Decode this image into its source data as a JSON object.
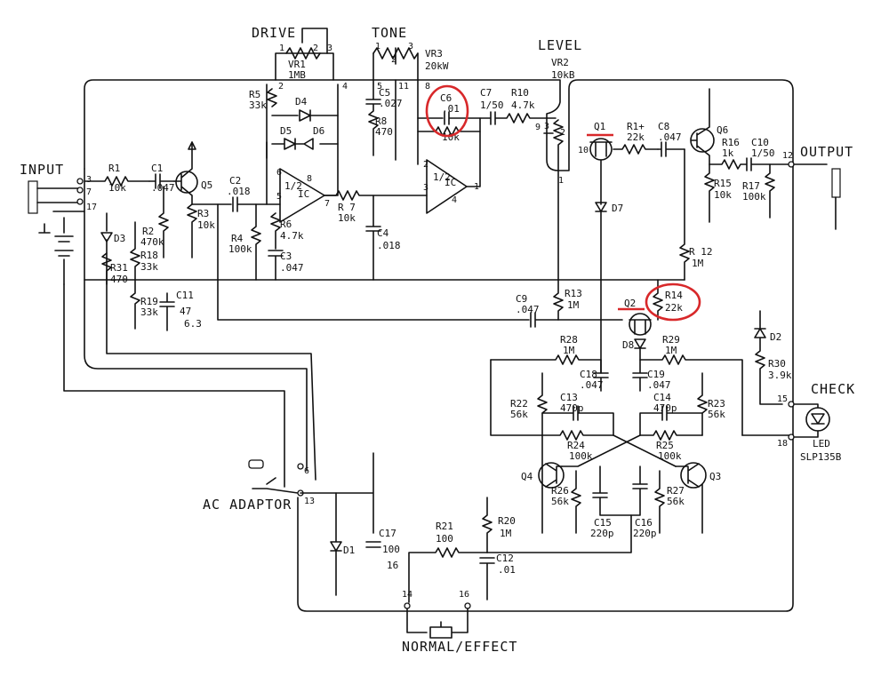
{
  "labels": {
    "drive": "DRIVE",
    "tone": "TONE",
    "level": "LEVEL",
    "input": "INPUT",
    "output": "OUTPUT",
    "check": "CHECK",
    "ac_adaptor": "AC ADAPTOR",
    "normal_effect": "NORMAL/EFFECT",
    "led": "LED",
    "led_part": "SLP135B"
  },
  "controls": {
    "vr1": "VR1",
    "vr1_val": "1MB",
    "vr2": "VR2",
    "vr2_val": "10kB",
    "vr3": "VR3",
    "vr3_val": "20kW"
  },
  "ic": {
    "half_a": "1/2",
    "ic_a": "IC",
    "half_b": "1/2",
    "ic_b": "IC"
  },
  "transistors": {
    "q1": "Q1",
    "q2": "Q2",
    "q3": "Q3",
    "q4": "Q4",
    "q5": "Q5",
    "q6": "Q6"
  },
  "diodes": {
    "d1": "D1",
    "d2": "D2",
    "d3": "D3",
    "d4": "D4",
    "d5": "D5",
    "d6": "D6",
    "d7": "D7",
    "d8": "D8"
  },
  "resistors": {
    "r1": "R1",
    "r1v": "10k",
    "r2": "R2",
    "r2v": "470k",
    "r3": "R3",
    "r3v": "10k",
    "r4": "R4",
    "r4v": "100k",
    "r5": "R5",
    "r5v": "33k",
    "r6": "R6",
    "r6v": "4.7k",
    "r7": "R 7",
    "r7v": "10k",
    "r8": "R8",
    "r8v": "470",
    "r9v": "10k",
    "r10": "R10",
    "r10v": "4.7k",
    "r12": "R 12",
    "r12v": "1M",
    "r13": "R13",
    "r13v": "1M",
    "r14": "R14",
    "r14v": "22k",
    "r14b": "R1+",
    "r14bv": "22k",
    "r15": "R15",
    "r15v": "10k",
    "r16": "R16",
    "r16v": "1k",
    "r17": "R17",
    "r17v": "100k",
    "r18": "R18",
    "r18v": "33k",
    "r19": "R19",
    "r19v": "33k",
    "r20": "R20",
    "r20v": "1M",
    "r21": "R21",
    "r21v": "100",
    "r22": "R22",
    "r22v": "56k",
    "r23": "R23",
    "r23v": "56k",
    "r24": "R24",
    "r24v": "100k",
    "r25": "R25",
    "r25v": "100k",
    "r26": "R26",
    "r26v": "56k",
    "r27": "R27",
    "r27v": "56k",
    "r28": "R28",
    "r28v": "1M",
    "r29": "R29",
    "r29v": "1M",
    "r30": "R30",
    "r30v": "3.9k",
    "r31": "R31",
    "r31v": "470"
  },
  "capacitors": {
    "c1": "C1",
    "c1v": ".047",
    "c2": "C2",
    "c2v": ".018",
    "c3": "C3",
    "c3v": ".047",
    "c4": "C4",
    "c4v": ".018",
    "c5": "C5",
    "c5v": ".027",
    "c6": "C6",
    "c6v": ".01",
    "c7": "C7",
    "c7v": "1/50",
    "c8": "C8",
    "c8v": ".047",
    "c9": "C9",
    "c9v": ".047",
    "c10": "C10",
    "c10v": "1/50",
    "c11": "C11",
    "c11v": "47",
    "c11v2": "6.3",
    "c12": "C12",
    "c12v": ".01",
    "c13": "C13",
    "c13v": "470p",
    "c14": "C14",
    "c14v": "470p",
    "c15": "C15",
    "c15v": "220p",
    "c16": "C16",
    "c16v": "220p",
    "c17": "C17",
    "c17v": "100",
    "c17v2": "16",
    "c18": "C18",
    "c18v": ".047",
    "c19": "C19",
    "c19v": ".047"
  },
  "pins": {
    "p1": "1",
    "p2": "2",
    "p3": "3",
    "p4": "4",
    "p5": "5",
    "p6": "6",
    "p7": "7",
    "p8": "8",
    "p9": "9",
    "p10": "10",
    "p11": "11",
    "p12": "12",
    "p13": "13",
    "p14": "14",
    "p15": "15",
    "p16": "16",
    "p17": "17"
  },
  "colors": {
    "ink": "#111111",
    "highlight": "#d8282a",
    "paper": "#ffffff"
  }
}
